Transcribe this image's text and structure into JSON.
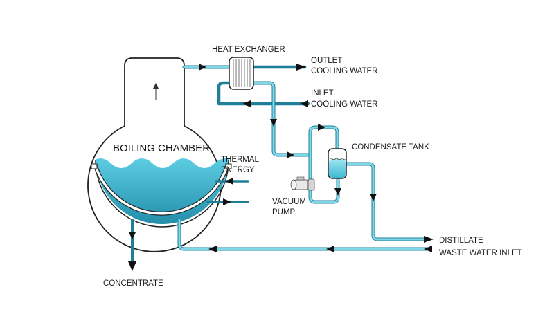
{
  "title": "Vacuum Evaporator Process Diagram",
  "colors": {
    "pipe_light": "#7fd8e8",
    "pipe_dark": "#1f7f98",
    "water_top": "#5ccde3",
    "water_bottom": "#1f8aa6",
    "outline": "#222222",
    "arrow": "#111111"
  },
  "labels": {
    "boiling_chamber": "BOILING CHAMBER",
    "heat_exchanger": "HEAT EXCHANGER",
    "outlet_cooling_water_1": "OUTLET",
    "outlet_cooling_water_2": "COOLING WATER",
    "inlet_cooling_water_1": "INLET",
    "inlet_cooling_water_2": "COOLING WATER",
    "condensate_tank": "CONDENSATE TANK",
    "thermal_energy_1": "THERMAL",
    "thermal_energy_2": "ENERGY",
    "vacuum_pump_1": "VACUUM",
    "vacuum_pump_2": "PUMP",
    "distillate": "DISTILLATE",
    "waste_water_inlet": "WASTE WATER INLET",
    "concentrate": "CONCENTRATE"
  }
}
